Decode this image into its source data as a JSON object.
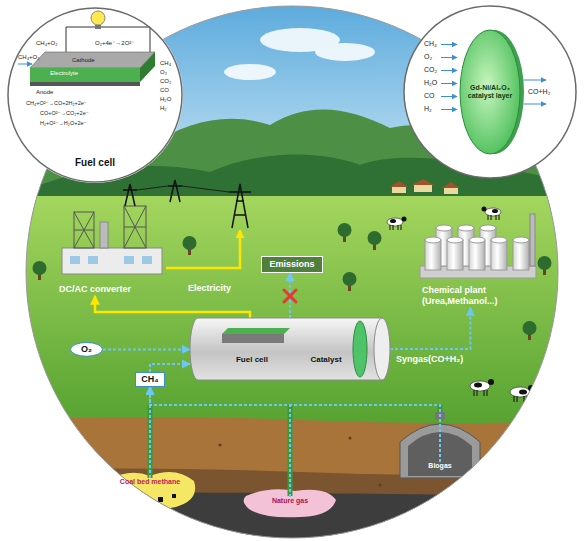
{
  "diagram": {
    "nodes": [
      {
        "text": [
          "Fuel cell"
        ]
      },
      {
        "text": [
          "Gd-Ni/Al₂O₃ catalyst layer"
        ]
      },
      {
        "text": [
          "Emissions"
        ]
      },
      {
        "text": [
          "DC/AC converter"
        ]
      },
      {
        "text": [
          "Chemical plant (Urea,Methanol...)"
        ]
      },
      {
        "text": [
          "Fuel cell",
          "Catalyst"
        ]
      },
      {
        "text": [
          "O₂"
        ]
      },
      {
        "text": [
          "CH₄"
        ]
      },
      {
        "text": [
          "Coal bed methane"
        ]
      },
      {
        "text": [
          "Nature gas"
        ]
      },
      {
        "text": [
          "Biogas"
        ]
      }
    ],
    "edges": [
      {
        "from": 5,
        "to": 2,
        "arrow": "to"
      },
      {
        "from": 5,
        "to": 3,
        "arrow": "to"
      },
      {
        "from": 5,
        "to": 4,
        "label": "Syngas(CO+H₂)",
        "arrow": "to"
      },
      {
        "from": 6,
        "to": 5,
        "arrow": "to"
      },
      {
        "from": 7,
        "to": 5,
        "arrow": "to"
      },
      {
        "from": 8,
        "to": 7,
        "arrow": "to"
      },
      {
        "from": 9,
        "to": 7,
        "arrow": "to"
      },
      {
        "from": 10,
        "to": 7,
        "arrow": "to"
      }
    ],
    "labels": [
      "CH₄+O₂",
      "CH₄+O₂",
      "Cathode",
      "O₂+4e⁻→2O²⁻",
      "Electrolyte",
      "Anode",
      "CH₄+O²⁻→CO+2H₂+2e⁻",
      "CO+O²⁻→CO₂+2e⁻",
      "H₂+O²⁻→H₂O+2e⁻",
      "CH₄",
      "O₂",
      "CO₂",
      "CO",
      "H₂O",
      "H₂",
      "CH₄",
      "O₂",
      "CO₂",
      "H₂O",
      "CO",
      "H₂",
      "CO+H₂",
      "Electricity"
    ]
  }
}
